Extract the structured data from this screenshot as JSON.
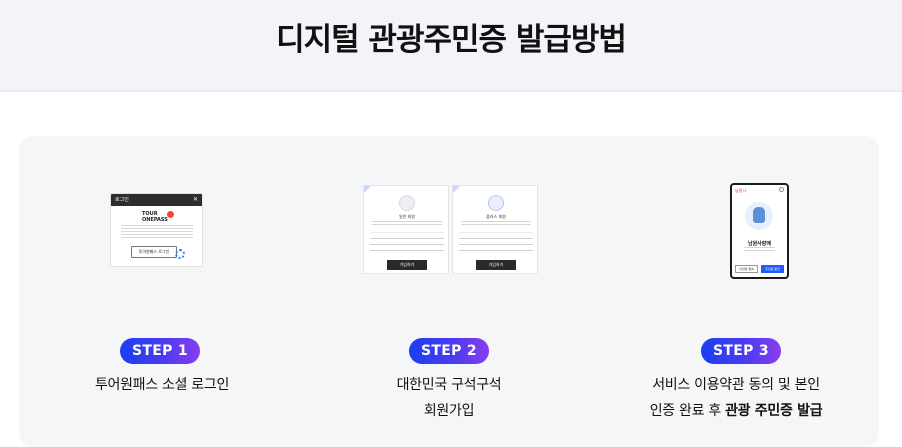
{
  "page": {
    "title": "디지털 관광주민증 발급방법"
  },
  "steps": [
    {
      "badge": "STEP 1",
      "desc_lines": [
        "투어원패스 소셜 로그인"
      ],
      "mock": {
        "window_title": "로그인",
        "logo_line1": "TOUR",
        "logo_line2": "ONEPASS",
        "button": "투어원패스 로그인"
      }
    },
    {
      "badge": "STEP 2",
      "desc_lines": [
        "대한민국 구석구석",
        "회원가입"
      ],
      "mock": {
        "form_a_title": "일반 회원",
        "form_b_title": "플러스 회원",
        "button": "가입하기"
      }
    },
    {
      "badge": "STEP 3",
      "desc_line1": "서비스 이용약관 동의 및 본인",
      "desc_line2_plain": "인증 완료 후 ",
      "desc_line2_bold": "관광 주민증 발급",
      "mock": {
        "header": "남원시",
        "name": "남원사랑애",
        "btn_left": "이전에 접속",
        "btn_right": "주민증 발급"
      }
    }
  ],
  "colors": {
    "badge_gradient_start": "#1b3ff0",
    "badge_gradient_end": "#8a3cf0",
    "top_band": "#f3f4f9",
    "panel": "#f5f6f8"
  }
}
